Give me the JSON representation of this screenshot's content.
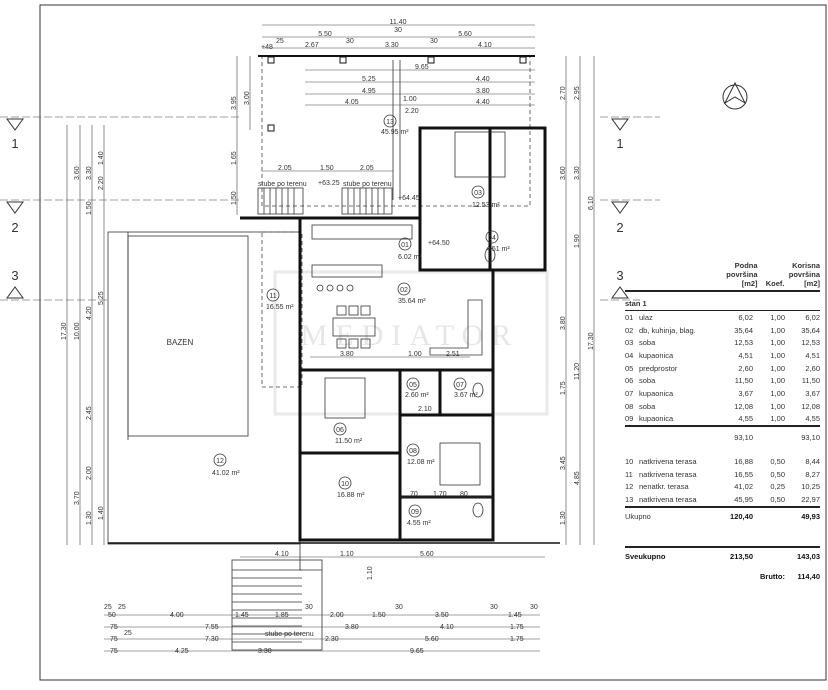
{
  "watermark": "MEDIATOR",
  "sections": {
    "s1": "1",
    "s2": "2",
    "s3": "3"
  },
  "pool_label": "BAZEN",
  "rooms": [
    {
      "num": "01",
      "area": "6.02 m²"
    },
    {
      "num": "02",
      "area": "35.64 m²"
    },
    {
      "num": "03",
      "area": "12.53 m²"
    },
    {
      "num": "04",
      "area": "4.51 m²"
    },
    {
      "num": "05",
      "area": "2.60 m²"
    },
    {
      "num": "06",
      "area": "11.50 m²"
    },
    {
      "num": "07",
      "area": "3.67 m²"
    },
    {
      "num": "08",
      "area": "12.08 m²"
    },
    {
      "num": "09",
      "area": "4.55 m²"
    },
    {
      "num": "10",
      "area": "16.88 m²"
    },
    {
      "num": "11",
      "area": "16.55 m²"
    },
    {
      "num": "12",
      "area": "41.02 m²"
    },
    {
      "num": "13",
      "area": "45.95 m²"
    }
  ],
  "levels": {
    "l1": "+63.25",
    "l2": "+64.45",
    "l3": "+64.50"
  },
  "stairs_label": "stube po terenu",
  "dims": {
    "top": {
      "total": "11.40",
      "a": "5.50",
      "b": "5.60",
      "c30": "30",
      "r1": [
        "+48",
        "25",
        "2.67",
        "30",
        "3.30",
        "30",
        "4.10"
      ]
    },
    "inner": [
      "9.65",
      "5.25",
      "4.40",
      "4.95",
      "3.80",
      "4.05",
      "4.40",
      "1.00",
      "2.20"
    ],
    "mid": [
      "2.05",
      "1.50",
      "2.05",
      "3.80",
      "1.00",
      "2.51",
      "4.10",
      "1.10",
      "5.60",
      "1.10",
      "70",
      "1.70",
      "80",
      "2.10"
    ],
    "bottom": {
      "r1": [
        "25",
        "25",
        "50",
        "4.00",
        "1.45",
        "1.85",
        "30",
        "2.00",
        "1.50",
        "30",
        "3.50",
        "30",
        "1.45",
        "30"
      ],
      "r2": [
        "75",
        "7.55",
        "3.80",
        "4.10",
        "1.75"
      ],
      "r3": [
        "75",
        "25",
        "7.30",
        "2.30",
        "5.60",
        "1.75"
      ],
      "r4": [
        "75",
        "4.25",
        "3.30",
        "9.65"
      ]
    },
    "left": [
      "17.30",
      "3.60",
      "10.00",
      "3.70",
      "3.30",
      "1.50",
      "4.20",
      "2.45",
      "2.00",
      "1.30",
      "1.40",
      "2.20",
      "5.25",
      "1.40",
      "3.95",
      "1.65",
      "1.50",
      "3.00"
    ],
    "right": [
      "2.70",
      "3.60",
      "3.80",
      "1.75",
      "3.45",
      "1.30",
      "2.95",
      "3.30",
      "1.90",
      "11.20",
      "4.85",
      "6.10",
      "17.30"
    ]
  },
  "table": {
    "headers": {
      "podna": "Podna",
      "povrsina1": "površina",
      "m2a": "[m2]",
      "koef": "Koef.",
      "korisna": "Korisna",
      "povrsina2": "površina",
      "m2b": "[m2]"
    },
    "section": "stan 1",
    "rows": [
      {
        "n": "01",
        "name": "ulaz",
        "podna": "6,02",
        "koef": "1,00",
        "korisna": "6,02"
      },
      {
        "n": "02",
        "name": "db, kuhinja, blag.",
        "podna": "35,64",
        "koef": "1,00",
        "korisna": "35,64"
      },
      {
        "n": "03",
        "name": "soba",
        "podna": "12,53",
        "koef": "1,00",
        "korisna": "12,53"
      },
      {
        "n": "04",
        "name": "kupaonica",
        "podna": "4,51",
        "koef": "1,00",
        "korisna": "4,51"
      },
      {
        "n": "05",
        "name": "predprostor",
        "podna": "2,60",
        "koef": "1,00",
        "korisna": "2,60"
      },
      {
        "n": "06",
        "name": "soba",
        "podna": "11,50",
        "koef": "1,00",
        "korisna": "11,50"
      },
      {
        "n": "07",
        "name": "kupaonica",
        "podna": "3,67",
        "koef": "1,00",
        "korisna": "3,67"
      },
      {
        "n": "08",
        "name": "soba",
        "podna": "12,08",
        "koef": "1,00",
        "korisna": "12,08"
      },
      {
        "n": "09",
        "name": "kupaonica",
        "podna": "4,55",
        "koef": "1,00",
        "korisna": "4,55"
      }
    ],
    "subtotal": {
      "podna": "93,10",
      "korisna": "93,10"
    },
    "terraces": [
      {
        "n": "10",
        "name": "natkrivena terasa",
        "podna": "16,88",
        "koef": "0,50",
        "korisna": "8,44"
      },
      {
        "n": "11",
        "name": "natkrivena terasa",
        "podna": "16,55",
        "koef": "0,50",
        "korisna": "8,27"
      },
      {
        "n": "12",
        "name": "nenatkr. terasa",
        "podna": "41,02",
        "koef": "0,25",
        "korisna": "10,25"
      },
      {
        "n": "13",
        "name": "natkrivena terasa",
        "podna": "45,95",
        "koef": "0,50",
        "korisna": "22,97"
      }
    ],
    "ukupno": {
      "label": "Ukupno",
      "podna": "120,40",
      "korisna": "49,93"
    },
    "sveukupno": {
      "label": "Sveukupno",
      "podna": "213,50",
      "korisna": "143,03"
    },
    "brutto": {
      "label": "Brutto:",
      "value": "114,40"
    }
  }
}
